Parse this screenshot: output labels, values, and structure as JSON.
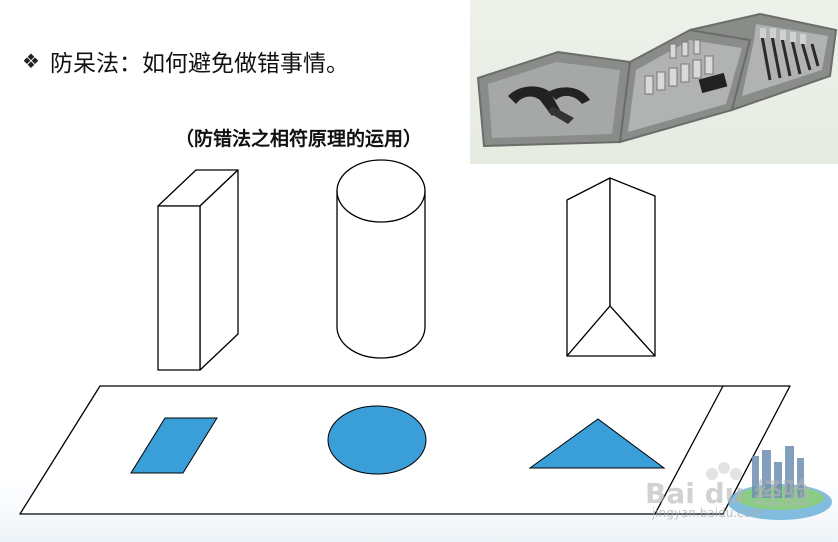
{
  "slide": {
    "bullet": "❖",
    "heading": "防呆法：如何避免做错事情。",
    "subtitle": "（防错法之相符原理的运用）"
  },
  "photo": {
    "icon": "toolbox-icon"
  },
  "shapes": {
    "fill_color": "#3a9ed8",
    "stroke_color": "#000000"
  },
  "watermark": {
    "brand": "Bai du 经验",
    "url": "jingyan.baidu.com"
  }
}
